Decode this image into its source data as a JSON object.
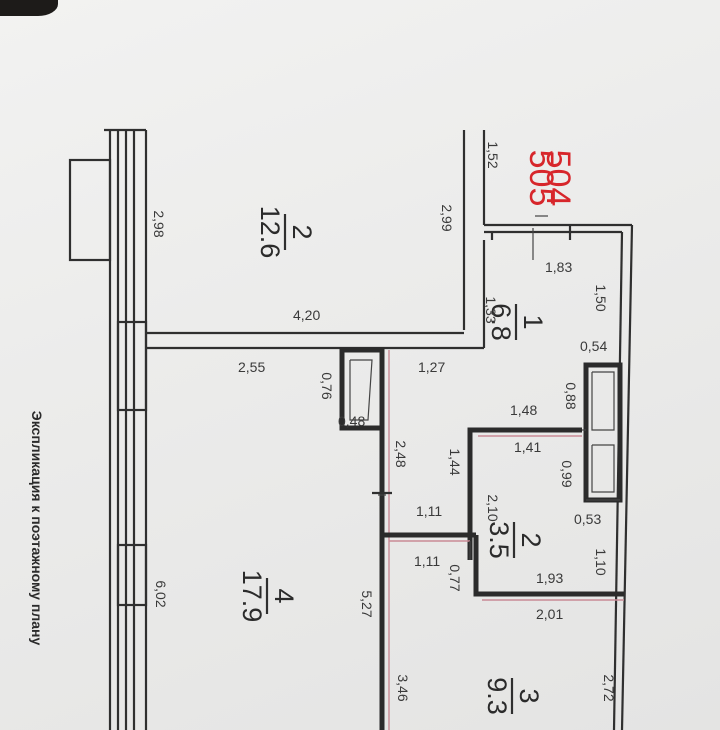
{
  "apartment_numbers": [
    "505",
    "504"
  ],
  "caption": "Экспликация к поэтажному плану",
  "rooms": [
    {
      "number": "2",
      "area": "12.6"
    },
    {
      "number": "1",
      "area": "6.8"
    },
    {
      "number": "2",
      "area": "3.5"
    },
    {
      "number": "4",
      "area": "17.9"
    },
    {
      "number": "3",
      "area": "9.3"
    }
  ],
  "dimensions": [
    "1,52",
    "2,99",
    "2,98",
    "1,83",
    "1,50",
    "4,20",
    "1,33",
    "0,54",
    "2,55",
    "0,76",
    "1,27",
    "0,88",
    "0,48",
    "1,48",
    "1,41",
    "2,48",
    "1,44",
    "0,99",
    "2,10",
    "1,11",
    "0,53",
    "1,11",
    "0,77",
    "1,10",
    "1,93",
    "6,02",
    "5,27",
    "2,01",
    "3,46",
    "2,72"
  ]
}
